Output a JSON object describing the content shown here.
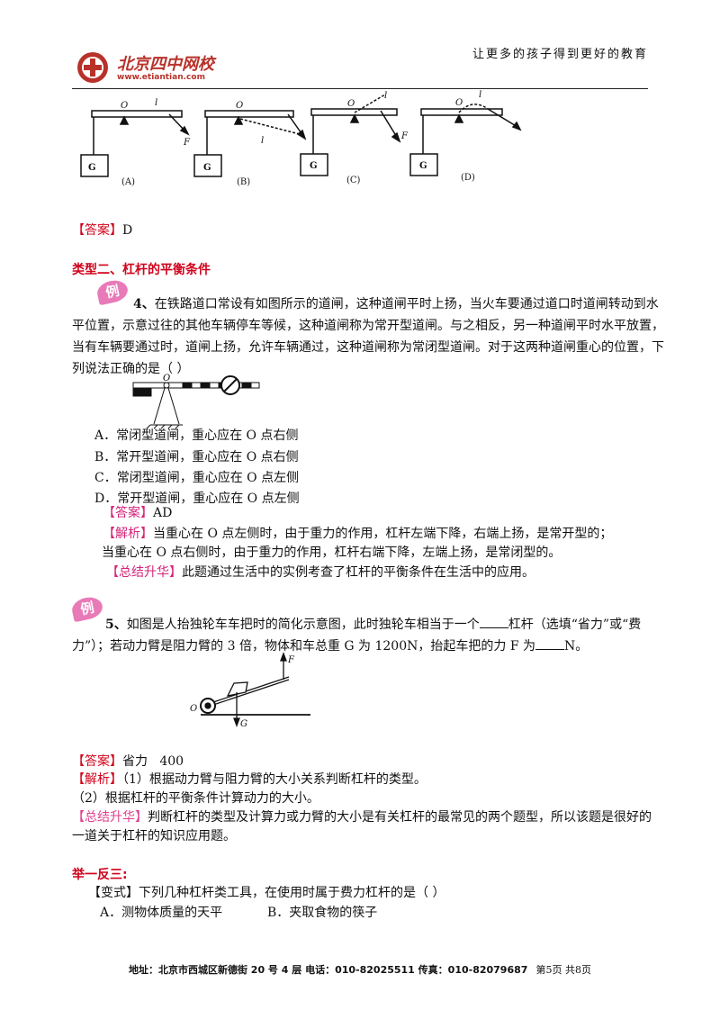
{
  "header": {
    "logo_cn": "北京四中网校",
    "logo_url": "www.etiantian.com",
    "slogan": "让更多的孩子得到更好的教育"
  },
  "fig1": {
    "labels": [
      "(A)",
      "(B)",
      "(C)",
      "(D)"
    ],
    "g": "G",
    "o": "O",
    "l": "l",
    "f": "F"
  },
  "answer_tag": "【答案】",
  "q3_answer": "D",
  "section_title": "类型二、杠杆的平衡条件",
  "example_badge": "例",
  "q4": {
    "num": "4、",
    "lines": [
      "在铁路道口常设有如图所示的道闸，这种道闸平时上扬，当火车要通过道口时道闸转动到水",
      "平位置，示意过往的其他车辆停车等候，这种道闸称为常开型道闸。与之相反，另一种道闸平时水平放置，",
      "当有车辆要通过时，道闸上扬，允许车辆通过，这种道闸称为常闭型道闸。对于这两种道闸重心的位置，下",
      "列说法正确的是（      ）"
    ],
    "fig_o": "O",
    "options": [
      "A．常闭型道闸，重心应在 O 点右侧",
      "B．常开型道闸，重心应在 O 点右侧",
      "C．常闭型道闸，重心应在 O 点左侧",
      "D．常开型道闸，重心应在 O 点左侧"
    ],
    "answer": "AD",
    "analysis_tag": "【解析】",
    "analysis_1": "当重心在 O 点左侧时，由于重力的作用，杠杆左端下降，右端上扬，是常开型的；",
    "analysis_2": "当重心在 O 点右侧时，由于重力的作用，杠杆右端下降，左端上扬，是常闭型的。",
    "summary_tag": "【总结升华】",
    "summary": "此题通过生活中的实例考查了杠杆的平衡条件在生活中的应用。"
  },
  "q5": {
    "num": "5、",
    "line1_a": "如图是人抬独轮车车把时的简化示意图，此时独轮车相当于一个",
    "line1_b": "杠杆（选填“省力”或“费",
    "line2_a": "力”）；若动力臂是阻力臂的 3 倍，物体和车总重 G 为 1200N，抬起车把的力 F 为",
    "line2_b": "N。",
    "fig_f": "F",
    "fig_o": "O",
    "fig_g": "G",
    "answer": "省力   400",
    "analysis_tag": "【解析】",
    "analysis_1": "（1）根据动力臂与阻力臂的大小关系判断杠杆的类型。",
    "analysis_2": "（2）根据杠杆的平衡条件计算动力的大小。",
    "summary_tag": "【总结升华】",
    "summary_1": "判断杠杆的类型及计算力或力臂的大小是有关杠杆的最常见的两个题型，所以该题是很好的",
    "summary_2": "一道关于杠杆的知识应用题。"
  },
  "variant": {
    "title": "举一反三:",
    "tag": "【变式】",
    "question": "下列几种杠杆类工具，在使用时属于费力杠杆的是（      ）",
    "option_a": "A．测物体质量的天平",
    "option_b": "B．夹取食物的筷子"
  },
  "footer": {
    "address": "地址：北京市西城区新德街 20 号 4 层  电话：010-82025511  传真：010-82079687",
    "page": "第5页  共8页"
  },
  "colors": {
    "red": "#d0021b",
    "magenta": "#d4237a",
    "pink": "#e0408e"
  }
}
